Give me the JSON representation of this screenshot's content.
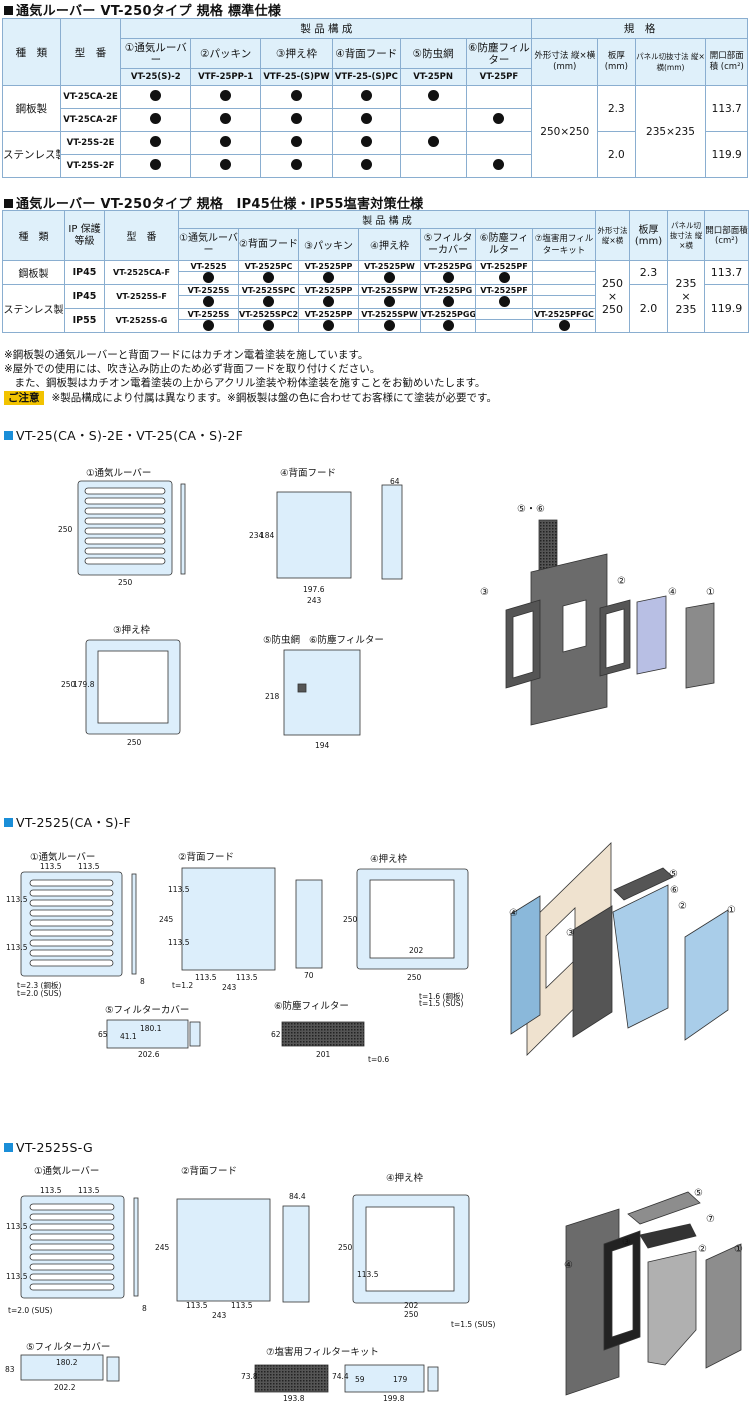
{
  "table1": {
    "title": "通気ルーバー VT-250タイプ 規格 標準仕様",
    "hdr_type": "種　類",
    "hdr_model": "型　番",
    "hdr_comp": "製 品 構 成",
    "hdr_spec": "規　格",
    "comp": [
      "①通気ルーバー",
      "②パッキン",
      "③押え枠",
      "④背面フード",
      "⑤防虫網",
      "⑥防塵フィルター"
    ],
    "part_codes": [
      "VT-25(S)-2",
      "VTF-25PP-1",
      "VTF-25-(S)PW",
      "VTF-25-(S)PC",
      "VT-25PN",
      "VT-25PF"
    ],
    "spec": [
      "外形寸法 縦×横(mm)",
      "板厚 (mm)",
      "パネル切抜寸法 縦×横(mm)",
      "開口部面積 (cm²)"
    ],
    "mat_steel": "鋼板製",
    "mat_stainless": "ステンレス製",
    "rows": [
      {
        "model": "VT-25CA-2E",
        "dots": [
          true,
          true,
          true,
          true,
          true,
          false
        ]
      },
      {
        "model": "VT-25CA-2F",
        "dots": [
          true,
          true,
          true,
          true,
          false,
          true
        ]
      },
      {
        "model": "VT-25S-2E",
        "dots": [
          true,
          true,
          true,
          true,
          true,
          false
        ]
      },
      {
        "model": "VT-25S-2F",
        "dots": [
          true,
          true,
          true,
          true,
          false,
          true
        ]
      }
    ],
    "outer": "250×250",
    "thick_steel": "2.3",
    "thick_sus": "2.0",
    "cut": "235×235",
    "area_steel": "113.7",
    "area_sus": "119.9"
  },
  "table2": {
    "title": "通気ルーバー VT-250タイプ 規格　IP45仕様・IP55塩害対策仕様",
    "hdr_type": "種　類",
    "hdr_ip": "IP 保護 等級",
    "hdr_model": "型　番",
    "hdr_comp": "製 品 構 成",
    "comp": [
      "①通気ルーバー",
      "②背面フード",
      "③パッキン",
      "④押え枠",
      "⑤フィルターカバー",
      "⑥防塵フィルター",
      "⑦塩害用フィルターキット"
    ],
    "spec": [
      "外形寸法 縦×横",
      "板厚 (mm)",
      "パネル切抜寸法 縦×横",
      "開口部面積 (cm²)"
    ],
    "mat_steel": "鋼板製",
    "mat_stainless": "ステンレス製",
    "rows": [
      {
        "ip": "IP45",
        "model": "VT-2525CA-F",
        "parts": [
          "VT-2525",
          "VT-2525PC",
          "VT-2525PP",
          "VT-2525PW",
          "VT-2525PG",
          "VT-2525PF",
          ""
        ]
      },
      {
        "ip": "IP45",
        "model": "VT-2525S-F",
        "parts": [
          "VT-2525S",
          "VT-2525SPC",
          "VT-2525PP",
          "VT-2525SPW",
          "VT-2525PG",
          "VT-2525PF",
          ""
        ]
      },
      {
        "ip": "IP55",
        "model": "VT-2525S-G",
        "parts": [
          "VT-2525S",
          "VT-2525SPC2",
          "VT-2525PP",
          "VT-2525SPW",
          "VT-2525PGG",
          "",
          "VT-2525PFGC"
        ]
      }
    ],
    "outer_a": "250",
    "outer_x": "×",
    "outer_b": "250",
    "thick_steel": "2.3",
    "thick_sus": "2.0",
    "cut_a": "235",
    "cut_x": "×",
    "cut_b": "235",
    "area_steel": "113.7",
    "area_sus": "119.9"
  },
  "notes": {
    "n1": "※鋼板製の通気ルーバーと背面フードにはカチオン電着塗装を施しています。",
    "n2": "※屋外での使用には、吹き込み防止のため必ず背面フードを取り付けください。",
    "n3": "　また、鋼板製はカチオン電着塗装の上からアクリル塗装や粉体塗装を施すことをお勧めいたします。",
    "caution_badge": "ご注意",
    "caution": "※製品構成により付属は異なります。※鋼板製は盤の色に合わせてお客様にて塗装が必要です。"
  },
  "sec1": {
    "title": "VT-25(CA・S)-2E・VT-25(CA・S)-2F",
    "l1": "①通気ルーバー",
    "l4": "④背面フード",
    "l3": "③押え枠",
    "l5": "⑤防虫網",
    "l6": "⑥防塵フィルター",
    "e56": "⑤・⑥",
    "e3": "③",
    "e2": "②",
    "e4": "④",
    "e1": "①",
    "d": {
      "a": "250",
      "b": "250",
      "c": "64",
      "d": "234",
      "e": "184",
      "f": "197.6",
      "g": "243",
      "h": "250",
      "i": "179.8",
      "j": "250",
      "k": "218",
      "l": "194"
    }
  },
  "sec2": {
    "title": "VT-2525(CA・S)-F",
    "l1": "①通気ルーバー",
    "l2": "②背面フード",
    "l4": "④押え枠",
    "l5": "⑤フィルターカバー",
    "l6": "⑥防塵フィルター",
    "t1": "t=2.3 (鋼板)",
    "t2": "t=2.0 (SUS)",
    "t3": "t=1.2",
    "t4": "t=1.6 (鋼板)",
    "t5": "t=1.5 (SUS)",
    "t6": "t=0.6",
    "e5": "⑤",
    "e6": "⑥",
    "e2": "②",
    "e3": "③",
    "e4": "④",
    "e1": "①",
    "d": {
      "a": "113.5",
      "b": "113.5",
      "c": "113.5",
      "d": "113.5",
      "e": "8",
      "f": "113.5",
      "g": "113.5",
      "h": "245",
      "i": "113.5",
      "j": "113.5",
      "k": "243",
      "l": "70",
      "m": "250",
      "n": "202",
      "o": "250",
      "p": "65",
      "q": "180.1",
      "r": "41.1",
      "s": "202.6",
      "t": "62",
      "u": "201"
    }
  },
  "sec3": {
    "title": "VT-2525S-G",
    "l1": "①通気ルーバー",
    "l2": "②背面フード",
    "l4": "④押え枠",
    "l5": "⑤フィルターカバー",
    "l7": "⑦塩害用フィルターキット",
    "t1": "t=2.0 (SUS)",
    "t2": "t=1.5 (SUS)",
    "e5": "⑤",
    "e7": "⑦",
    "e3": "③",
    "e2": "②",
    "e4": "④",
    "e1": "①",
    "d": {
      "a": "113.5",
      "b": "113.5",
      "c": "113.5",
      "d": "113.5",
      "e": "8",
      "f": "84.4",
      "g": "245",
      "h": "113.5",
      "i": "113.5",
      "j": "243",
      "k": "250",
      "l": "113.5",
      "m": "202",
      "n": "250",
      "o": "83",
      "p": "180.2",
      "q": "202.2",
      "r": "73.8",
      "s": "193.8",
      "t": "74.4",
      "u": "59",
      "v": "179",
      "w": "199.8"
    }
  }
}
